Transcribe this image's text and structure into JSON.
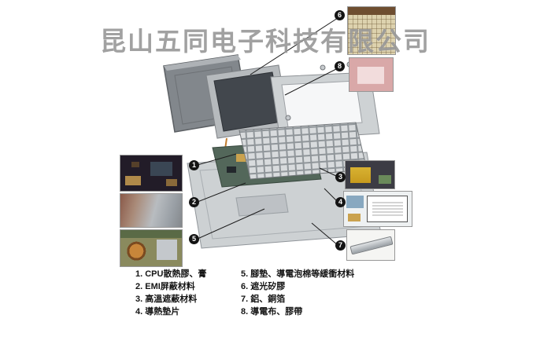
{
  "watermark": {
    "text": "昆山五同电子科技有限公司"
  },
  "callouts": {
    "numbers": [
      "1",
      "2",
      "3",
      "4",
      "5",
      "6",
      "7",
      "8"
    ]
  },
  "legend": {
    "items": [
      {
        "text": "1. CPU散熱膠、膏"
      },
      {
        "text": "2. EMI屏蔽材料"
      },
      {
        "text": "3. 高溫遮蔽材料"
      },
      {
        "text": "4. 導熱墊片"
      },
      {
        "text": "5. 腳墊、導電泡棉等緩衝材料"
      },
      {
        "text": "6. 遮光矽膠"
      },
      {
        "text": "7. 鋁、銅箔"
      },
      {
        "text": "8. 導電布、膠帶"
      }
    ]
  },
  "photos": {
    "photo_1": "material-photo-1",
    "photo_2": "material-photo-2",
    "photo_3": "material-photo-3",
    "photo_4": "material-photo-4",
    "photo_5": "material-photo-5",
    "photo_6": "material-photo-6",
    "photo_7": "material-photo-7",
    "photo_8": "material-photo-8"
  },
  "colors": {
    "callout_circle": "#141414",
    "watermark_gray": "#878787"
  }
}
